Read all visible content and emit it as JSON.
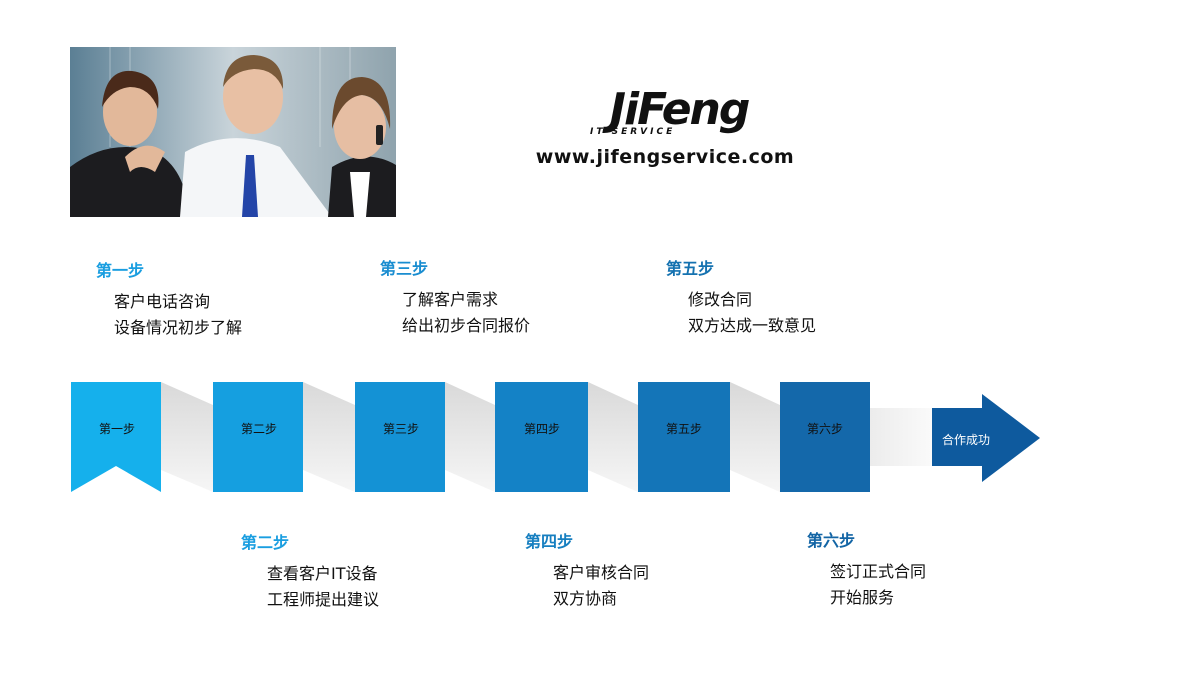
{
  "brand": {
    "logo_text": "JiFeng",
    "logo_subtitle": "IT SERVICE",
    "url": "www.jifengservice.com"
  },
  "steps_text": [
    {
      "title": "第一步",
      "lines": [
        "客户电话咨询",
        "设备情况初步了解"
      ],
      "color": "#1a9ee0"
    },
    {
      "title": "第二步",
      "lines": [
        "查看客户IT设备",
        "工程师提出建议"
      ],
      "color": "#1a9ee0"
    },
    {
      "title": "第三步",
      "lines": [
        "了解客户需求",
        "给出初步合同报价"
      ],
      "color": "#1a8dd0"
    },
    {
      "title": "第四步",
      "lines": [
        "客户审核合同",
        "双方协商"
      ],
      "color": "#177fc0"
    },
    {
      "title": "第五步",
      "lines": [
        "修改合同",
        "双方达成一致意见"
      ],
      "color": "#1572b0"
    },
    {
      "title": "第六步",
      "lines": [
        "签订正式合同",
        "开始服务"
      ],
      "color": "#1365a5"
    }
  ],
  "flow": {
    "blocks": [
      {
        "label": "第一步",
        "color": "#15b0ec"
      },
      {
        "label": "第二步",
        "color": "#159fe0"
      },
      {
        "label": "第三步",
        "color": "#1492d5"
      },
      {
        "label": "第四步",
        "color": "#1482c6"
      },
      {
        "label": "第五步",
        "color": "#1475b8"
      },
      {
        "label": "第六步",
        "color": "#1468aa"
      }
    ],
    "final": {
      "label": "合作成功",
      "color": "#0e5a9e"
    }
  }
}
